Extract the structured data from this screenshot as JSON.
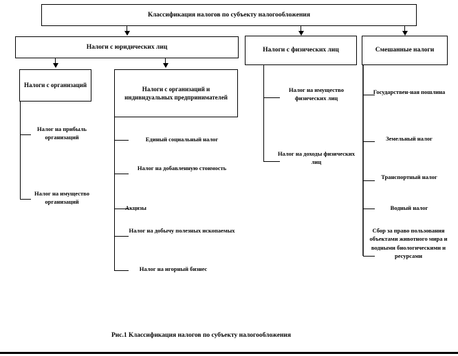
{
  "figure": {
    "root": {
      "label": "Классификация налогов по субъекту налогообложения"
    },
    "level1": [
      {
        "label": "Налоги с юридических лиц"
      },
      {
        "label": "Налоги с физических лиц"
      },
      {
        "label": "Смешанные налоги"
      }
    ],
    "level2": [
      {
        "label": "Налоги с организаций"
      },
      {
        "label": "Налоги с организаций и индивидуальных предпринимателей"
      }
    ],
    "leaves_organizations": [
      {
        "label": "Налог на прибыль организаций"
      },
      {
        "label": "Налог на имущество организаций"
      }
    ],
    "leaves_org_and_entrepreneurs": [
      {
        "label": "Единый социальный налог"
      },
      {
        "label": "Налог на добавленную стоимость"
      },
      {
        "label": "Акцизы"
      },
      {
        "label": "Налог на добычу полезных ископаемых"
      },
      {
        "label": "Налог на игорный бизнес"
      }
    ],
    "leaves_individuals": [
      {
        "label": "Налог на имущество физических лиц"
      },
      {
        "label": "Налог на доходы физических лиц"
      }
    ],
    "leaves_mixed": [
      {
        "label": "Государствен-ная пошлина"
      },
      {
        "label": "Земельный налог"
      },
      {
        "label": "Транспортный налог"
      },
      {
        "label": "Водный налог"
      },
      {
        "label": "Сбор за право пользования объектами животного мира и водными биологическими и ресурсами"
      }
    ],
    "caption": "Рис.1 Классификация налогов по субъекту налогообложения",
    "colors": {
      "line": "#000000",
      "spine": "#3a3a3a",
      "background": "#ffffff",
      "text": "#000000"
    }
  }
}
